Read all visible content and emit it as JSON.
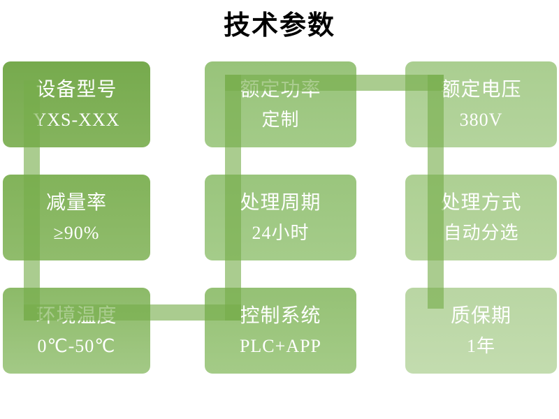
{
  "title": "技术参数",
  "connector": {
    "color": "rgba(118,172,74,0.62)"
  },
  "boxes": [
    {
      "name": "device-model",
      "label": "设备型号",
      "value": "YXS-XXX",
      "colors": [
        "#76aa4d",
        "#85b45e"
      ]
    },
    {
      "name": "rated-power",
      "label": "额定功率",
      "value": "定制",
      "colors": [
        "#98c37a",
        "#a3cb88"
      ]
    },
    {
      "name": "rated-voltage",
      "label": "额定电压",
      "value": "380V",
      "colors": [
        "#aace90",
        "#b4d49d"
      ]
    },
    {
      "name": "reduction-rate",
      "label": "减量率",
      "value": "≥90%",
      "colors": [
        "#82b35a",
        "#90bc6c"
      ]
    },
    {
      "name": "process-cycle",
      "label": "处理周期",
      "value": "24小时",
      "colors": [
        "#9ac57d",
        "#a5cc8a"
      ]
    },
    {
      "name": "process-method",
      "label": "处理方式",
      "value": "自动分选",
      "colors": [
        "#add093",
        "#b7d59f"
      ]
    },
    {
      "name": "ambient-temp",
      "label": "环境温度",
      "value": "0℃-50℃",
      "colors": [
        "#8cba68",
        "#a3c986"
      ]
    },
    {
      "name": "control-system",
      "label": "控制系统",
      "value": "PLC+APP",
      "colors": [
        "#95c175",
        "#a4cb87"
      ]
    },
    {
      "name": "warranty-period",
      "label": "质保期",
      "value": "1年",
      "colors": [
        "#b9d6a3",
        "#c3dcaf"
      ]
    }
  ]
}
